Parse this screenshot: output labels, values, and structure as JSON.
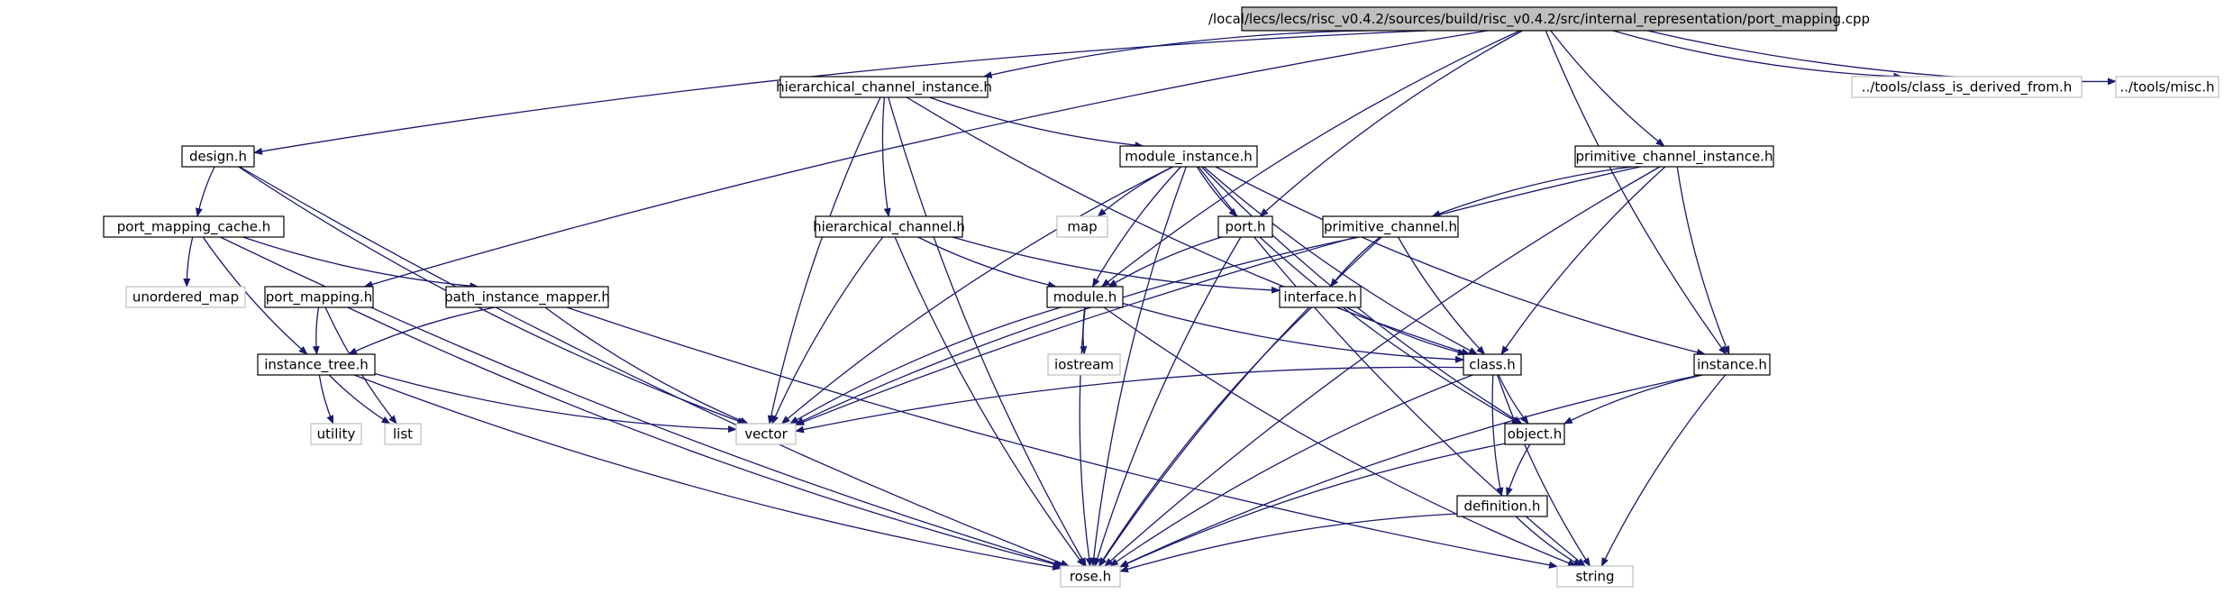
{
  "colors": {
    "edge": "#191970",
    "root_fill": "#bfbfbf",
    "node_border": "#000000",
    "external_border": "#bfbfbf",
    "text": "#000000",
    "background": "#ffffff"
  },
  "nodes": [
    {
      "id": "root",
      "label": "/local/lecs/lecs/risc_v0.4.2/sources/build/risc_v0.4.2/src/internal_representation/port_mapping.cpp",
      "kind": "root"
    },
    {
      "id": "design",
      "label": "design.h",
      "kind": "internal"
    },
    {
      "id": "port_mapping",
      "label": "port_mapping.h",
      "kind": "internal"
    },
    {
      "id": "hci",
      "label": "hierarchical_channel_instance.h",
      "kind": "internal"
    },
    {
      "id": "module_instance",
      "label": "module_instance.h",
      "kind": "internal"
    },
    {
      "id": "module",
      "label": "module.h",
      "kind": "internal"
    },
    {
      "id": "port",
      "label": "port.h",
      "kind": "internal"
    },
    {
      "id": "pci",
      "label": "primitive_channel_instance.h",
      "kind": "internal"
    },
    {
      "id": "cifd",
      "label": "../tools/class_is_derived_from.h",
      "kind": "external"
    },
    {
      "id": "misc",
      "label": "../tools/misc.h",
      "kind": "external"
    },
    {
      "id": "instance",
      "label": "instance.h",
      "kind": "internal"
    },
    {
      "id": "pmc",
      "label": "port_mapping_cache.h",
      "kind": "internal"
    },
    {
      "id": "rose",
      "label": "rose.h",
      "kind": "external"
    },
    {
      "id": "vector",
      "label": "vector",
      "kind": "external"
    },
    {
      "id": "hc",
      "label": "hierarchical_channel.h",
      "kind": "internal"
    },
    {
      "id": "pc",
      "label": "primitive_channel.h",
      "kind": "internal"
    },
    {
      "id": "map",
      "label": "map",
      "kind": "external"
    },
    {
      "id": "um",
      "label": "unordered_map",
      "kind": "external"
    },
    {
      "id": "pim",
      "label": "path_instance_mapper.h",
      "kind": "internal"
    },
    {
      "id": "it",
      "label": "instance_tree.h",
      "kind": "internal"
    },
    {
      "id": "iface",
      "label": "interface.h",
      "kind": "internal"
    },
    {
      "id": "iostream",
      "label": "iostream",
      "kind": "external"
    },
    {
      "id": "classh",
      "label": "class.h",
      "kind": "internal"
    },
    {
      "id": "string",
      "label": "string",
      "kind": "external"
    },
    {
      "id": "utility",
      "label": "utility",
      "kind": "external"
    },
    {
      "id": "list",
      "label": "list",
      "kind": "external"
    },
    {
      "id": "object",
      "label": "object.h",
      "kind": "internal"
    },
    {
      "id": "definition",
      "label": "definition.h",
      "kind": "internal"
    }
  ],
  "edges": [
    [
      "root",
      "design"
    ],
    [
      "root",
      "port_mapping"
    ],
    [
      "root",
      "hci"
    ],
    [
      "root",
      "module"
    ],
    [
      "root",
      "port"
    ],
    [
      "root",
      "pci"
    ],
    [
      "root",
      "cifd"
    ],
    [
      "root",
      "misc"
    ],
    [
      "root",
      "instance"
    ],
    [
      "design",
      "pmc"
    ],
    [
      "design",
      "rose"
    ],
    [
      "design",
      "vector"
    ],
    [
      "pmc",
      "um"
    ],
    [
      "pmc",
      "pim"
    ],
    [
      "pmc",
      "it"
    ],
    [
      "pmc",
      "rose"
    ],
    [
      "port_mapping",
      "it"
    ],
    [
      "port_mapping",
      "list"
    ],
    [
      "port_mapping",
      "rose"
    ],
    [
      "pim",
      "it"
    ],
    [
      "pim",
      "vector"
    ],
    [
      "pim",
      "string"
    ],
    [
      "it",
      "utility"
    ],
    [
      "it",
      "list"
    ],
    [
      "it",
      "vector"
    ],
    [
      "it",
      "rose"
    ],
    [
      "hci",
      "module_instance"
    ],
    [
      "hci",
      "hc"
    ],
    [
      "hci",
      "classh"
    ],
    [
      "hci",
      "rose"
    ],
    [
      "hci",
      "vector"
    ],
    [
      "module_instance",
      "map"
    ],
    [
      "module_instance",
      "port"
    ],
    [
      "module_instance",
      "module"
    ],
    [
      "module_instance",
      "classh"
    ],
    [
      "module_instance",
      "object"
    ],
    [
      "module_instance",
      "instance"
    ],
    [
      "module_instance",
      "string"
    ],
    [
      "module_instance",
      "vector"
    ],
    [
      "module_instance",
      "rose"
    ],
    [
      "hc",
      "module"
    ],
    [
      "hc",
      "iface"
    ],
    [
      "hc",
      "rose"
    ],
    [
      "hc",
      "vector"
    ],
    [
      "port",
      "module"
    ],
    [
      "port",
      "object"
    ],
    [
      "port",
      "rose"
    ],
    [
      "module",
      "iostream"
    ],
    [
      "module",
      "classh"
    ],
    [
      "module",
      "vector"
    ],
    [
      "module",
      "rose"
    ],
    [
      "module",
      "string"
    ],
    [
      "pci",
      "pc"
    ],
    [
      "pci",
      "classh"
    ],
    [
      "pci",
      "instance"
    ],
    [
      "pci",
      "rose"
    ],
    [
      "pci",
      "vector"
    ],
    [
      "pc",
      "iface"
    ],
    [
      "pc",
      "classh"
    ],
    [
      "pc",
      "rose"
    ],
    [
      "pc",
      "vector"
    ],
    [
      "iface",
      "classh"
    ],
    [
      "iface",
      "rose"
    ],
    [
      "classh",
      "object"
    ],
    [
      "classh",
      "definition"
    ],
    [
      "classh",
      "string"
    ],
    [
      "classh",
      "rose"
    ],
    [
      "classh",
      "vector"
    ],
    [
      "instance",
      "object"
    ],
    [
      "instance",
      "string"
    ],
    [
      "instance",
      "rose"
    ],
    [
      "object",
      "definition"
    ],
    [
      "object",
      "rose"
    ],
    [
      "definition",
      "string"
    ],
    [
      "definition",
      "rose"
    ]
  ]
}
